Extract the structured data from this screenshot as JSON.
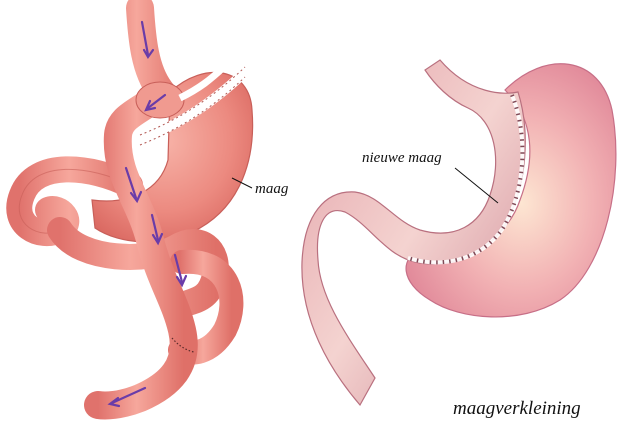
{
  "labels": {
    "stomach": "maag",
    "new_stomach": "nieuwe maag",
    "caption": "maagverkleining"
  },
  "colors": {
    "tissue": "#ee8f86",
    "tissue_light": "#f8c6bd",
    "tissue_dark": "#c95c58",
    "sleeve": "#e9a7ac",
    "sleeve_dark": "#b76b78",
    "stomach_right": "#e68aa0",
    "staple": "#6a2a3a",
    "arrow": "#6a3ca8",
    "text": "#111111"
  },
  "icons": [
    "bypass-arrow-icon",
    "staple-line-icon"
  ]
}
